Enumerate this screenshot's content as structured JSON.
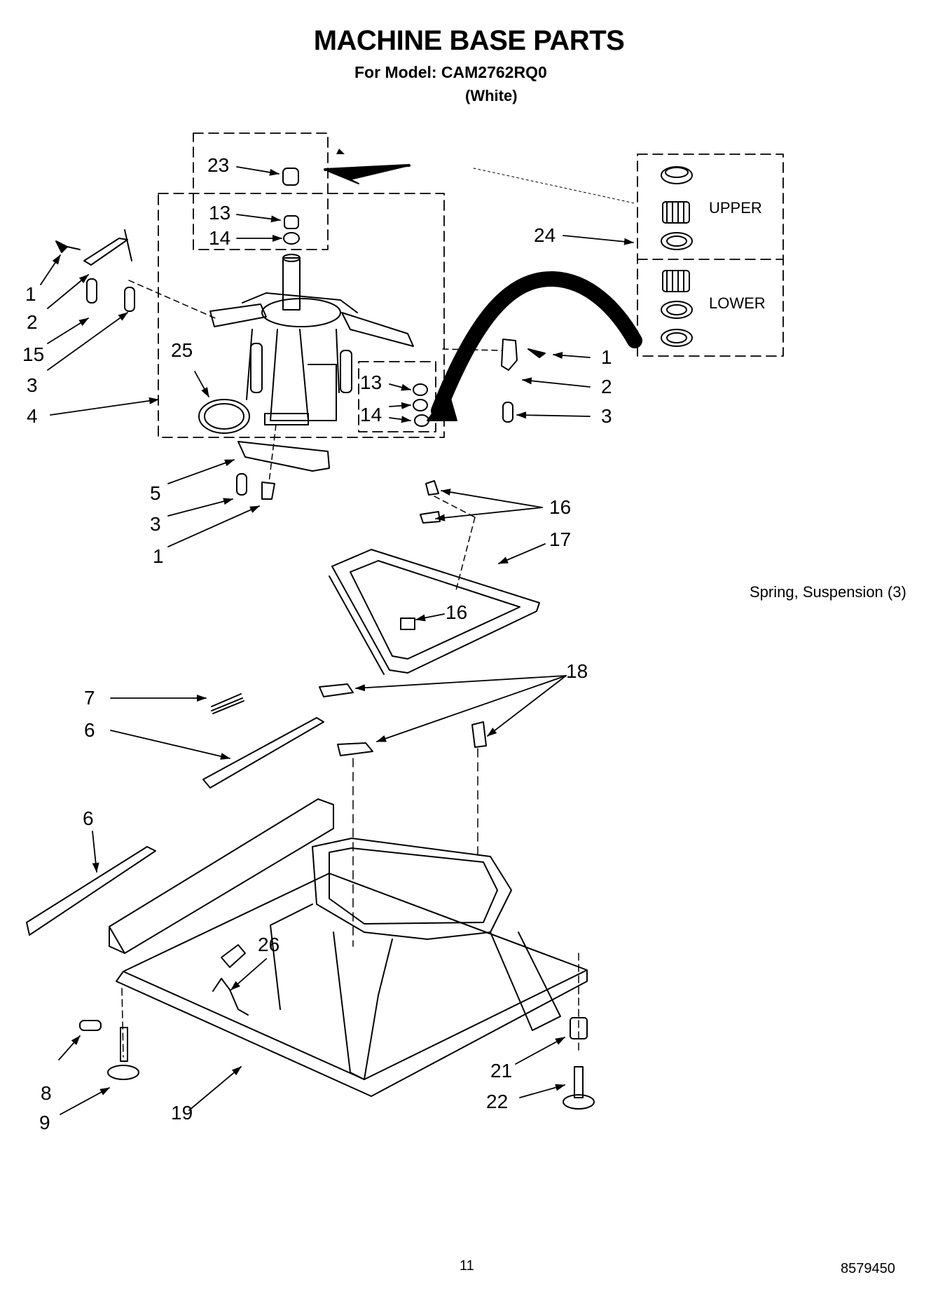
{
  "header": {
    "title": "MACHINE BASE PARTS",
    "model_line": "For Model: CAM2762RQ0",
    "color_line": "(White)"
  },
  "callouts": {
    "n23": "23",
    "n13a": "13",
    "n14a": "14",
    "n24": "24",
    "n1a": "1",
    "n2a": "2",
    "n15": "15",
    "n3a": "3",
    "n4": "4",
    "n25": "25",
    "n13b": "13",
    "n14b": "14",
    "n1b": "1",
    "n2b": "2",
    "n3b": "3",
    "n5": "5",
    "n3c": "3",
    "n1c": "1",
    "n16a": "16",
    "n17": "17",
    "n16b": "16",
    "n18": "18",
    "n7": "7",
    "n6a": "6",
    "n6b": "6",
    "n26": "26",
    "n8": "8",
    "n9": "9",
    "n19": "19",
    "n21": "21",
    "n22": "22"
  },
  "labels": {
    "upper": "UPPER",
    "lower": "LOWER",
    "note": "Spring, Suspension (3)"
  },
  "footer": {
    "page_number": "11",
    "doc_number": "8579450"
  }
}
